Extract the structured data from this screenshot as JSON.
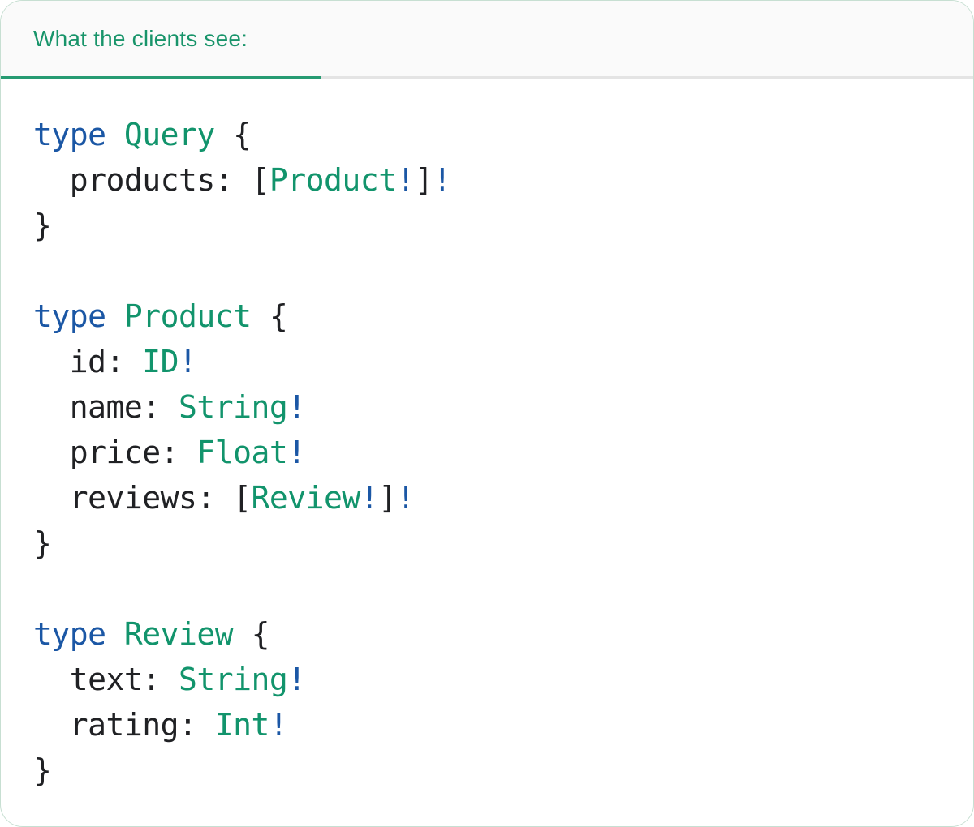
{
  "panel": {
    "tab": {
      "label": "What the clients see:"
    },
    "code": {
      "language": "graphql",
      "lines": [
        [
          {
            "t": "type",
            "c": "keyword"
          },
          {
            "t": " ",
            "c": "plain"
          },
          {
            "t": "Query",
            "c": "typename"
          },
          {
            "t": " {",
            "c": "plain"
          }
        ],
        [
          {
            "t": "  products: [",
            "c": "plain"
          },
          {
            "t": "Product",
            "c": "typename"
          },
          {
            "t": "!",
            "c": "bang"
          },
          {
            "t": "]",
            "c": "plain"
          },
          {
            "t": "!",
            "c": "bang"
          }
        ],
        [
          {
            "t": "}",
            "c": "plain"
          }
        ],
        [],
        [
          {
            "t": "type",
            "c": "keyword"
          },
          {
            "t": " ",
            "c": "plain"
          },
          {
            "t": "Product",
            "c": "typename"
          },
          {
            "t": " {",
            "c": "plain"
          }
        ],
        [
          {
            "t": "  id: ",
            "c": "plain"
          },
          {
            "t": "ID",
            "c": "typename"
          },
          {
            "t": "!",
            "c": "bang"
          }
        ],
        [
          {
            "t": "  name: ",
            "c": "plain"
          },
          {
            "t": "String",
            "c": "typename"
          },
          {
            "t": "!",
            "c": "bang"
          }
        ],
        [
          {
            "t": "  price: ",
            "c": "plain"
          },
          {
            "t": "Float",
            "c": "typename"
          },
          {
            "t": "!",
            "c": "bang"
          }
        ],
        [
          {
            "t": "  reviews: [",
            "c": "plain"
          },
          {
            "t": "Review",
            "c": "typename"
          },
          {
            "t": "!",
            "c": "bang"
          },
          {
            "t": "]",
            "c": "plain"
          },
          {
            "t": "!",
            "c": "bang"
          }
        ],
        [
          {
            "t": "}",
            "c": "plain"
          }
        ],
        [],
        [
          {
            "t": "type",
            "c": "keyword"
          },
          {
            "t": " ",
            "c": "plain"
          },
          {
            "t": "Review",
            "c": "typename"
          },
          {
            "t": " {",
            "c": "plain"
          }
        ],
        [
          {
            "t": "  text: ",
            "c": "plain"
          },
          {
            "t": "String",
            "c": "typename"
          },
          {
            "t": "!",
            "c": "bang"
          }
        ],
        [
          {
            "t": "  rating: ",
            "c": "plain"
          },
          {
            "t": "Int",
            "c": "typename"
          },
          {
            "t": "!",
            "c": "bang"
          }
        ],
        [
          {
            "t": "}",
            "c": "plain"
          }
        ]
      ]
    }
  },
  "colors": {
    "keyword": "#1b57a5",
    "typename": "#12946c",
    "bang": "#1b57a5",
    "plain": "#202124",
    "tab_text": "#18946a",
    "tab_underline": "#279b72",
    "divider": "#e4e4e4",
    "card_border": "#c7dfd2",
    "header_bg": "#fafafa",
    "card_bg": "#ffffff"
  }
}
